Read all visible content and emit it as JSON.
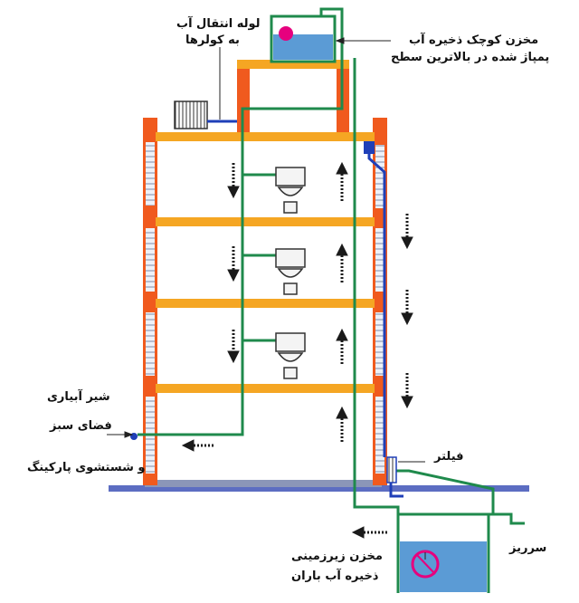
{
  "labels": {
    "cooler_pipe_line1": "لوله انتقال آب",
    "cooler_pipe_line2": "به کولرها",
    "roof_tank_line1": "مخزن کوچک ذخیره آب",
    "roof_tank_line2": "پمپاژ شده در بالاترین سطح",
    "irrigation_line1": "شیر آبیاری",
    "irrigation_line2": "فضای سبز",
    "irrigation_line3": "و شستشوی پارکینگ",
    "filter": "فیلتر",
    "overflow": "سرریز",
    "underground_line1": "مخزن زیرزمینی",
    "underground_line2": "ذخیره آب باران"
  },
  "colors": {
    "wall": "#f05a1e",
    "slab": "#f5a623",
    "ground": "#5c6dc2",
    "green_pipe": "#1f8a4c",
    "blue_pipe": "#1f3fb8",
    "water": "#5b9bd5",
    "pump": "#e6007e",
    "window": "#cfd5e6",
    "arrow": "#1a1a1a"
  }
}
